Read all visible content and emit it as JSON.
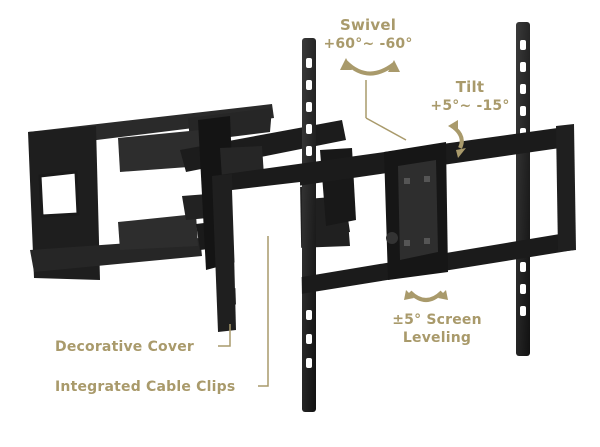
{
  "colors": {
    "label": "#a99a6b",
    "metal": "#1c1c1c",
    "metal_edge": "#3a3a3a",
    "background": "#ffffff"
  },
  "annotations": {
    "swivel": {
      "title": "Swivel",
      "range": "+60°~ -60°"
    },
    "tilt": {
      "title": "Tilt",
      "range": "+5°~ -15°"
    },
    "leveling": {
      "line1": "±5° Screen",
      "line2": "Leveling"
    },
    "decorative_cover": "Decorative Cover",
    "cable_clips": "Integrated Cable Clips"
  },
  "icons": [
    "swivel-arrow-icon",
    "tilt-arrow-icon",
    "leveling-arrow-icon"
  ]
}
